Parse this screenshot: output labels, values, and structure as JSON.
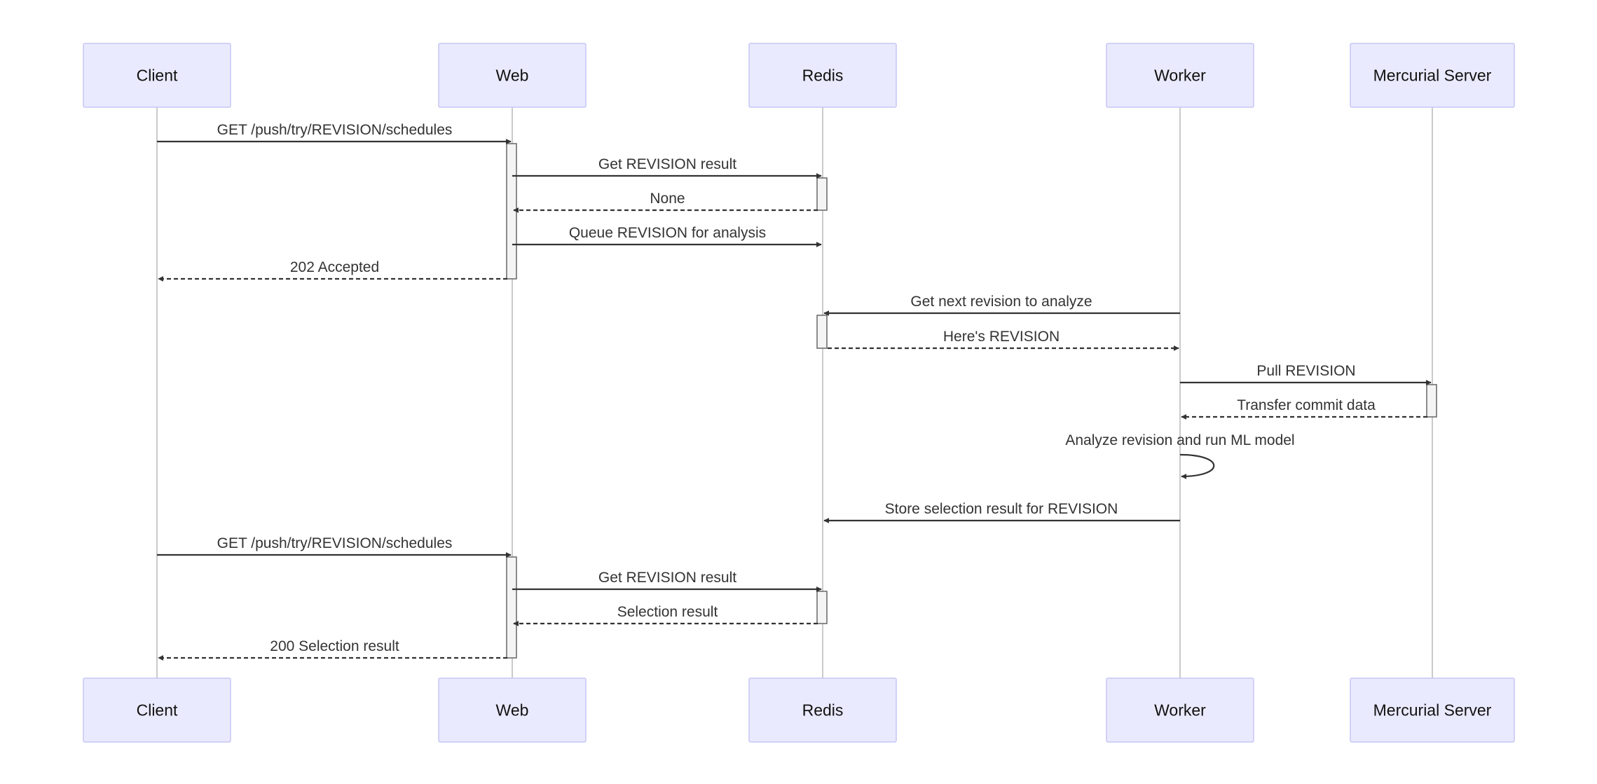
{
  "diagram": {
    "type": "sequence",
    "colors": {
      "actor_fill": "#eaeaff",
      "actor_border": "#c6c6f5",
      "line": "#333333",
      "lifeline": "#b8b8b8"
    },
    "participants": [
      {
        "id": "client",
        "label": "Client"
      },
      {
        "id": "web",
        "label": "Web"
      },
      {
        "id": "redis",
        "label": "Redis"
      },
      {
        "id": "worker",
        "label": "Worker"
      },
      {
        "id": "hg",
        "label": "Mercurial Server"
      }
    ],
    "messages": [
      {
        "from": "client",
        "to": "web",
        "text": "GET /push/try/REVISION/schedules",
        "style": "solid"
      },
      {
        "from": "web",
        "to": "redis",
        "text": "Get REVISION result",
        "style": "solid"
      },
      {
        "from": "redis",
        "to": "web",
        "text": "None",
        "style": "dashed"
      },
      {
        "from": "web",
        "to": "redis",
        "text": "Queue REVISION for analysis",
        "style": "solid"
      },
      {
        "from": "web",
        "to": "client",
        "text": "202 Accepted",
        "style": "dashed"
      },
      {
        "from": "worker",
        "to": "redis",
        "text": "Get next revision to analyze",
        "style": "solid"
      },
      {
        "from": "redis",
        "to": "worker",
        "text": "Here's REVISION",
        "style": "dashed"
      },
      {
        "from": "worker",
        "to": "hg",
        "text": "Pull REVISION",
        "style": "solid"
      },
      {
        "from": "hg",
        "to": "worker",
        "text": "Transfer commit data",
        "style": "dashed"
      },
      {
        "from": "worker",
        "to": "worker",
        "text": "Analyze revision and run ML model",
        "style": "solid"
      },
      {
        "from": "worker",
        "to": "redis",
        "text": "Store selection result for REVISION",
        "style": "solid"
      },
      {
        "from": "client",
        "to": "web",
        "text": "GET /push/try/REVISION/schedules",
        "style": "solid"
      },
      {
        "from": "web",
        "to": "redis",
        "text": "Get REVISION result",
        "style": "solid"
      },
      {
        "from": "redis",
        "to": "web",
        "text": "Selection result",
        "style": "dashed"
      },
      {
        "from": "web",
        "to": "client",
        "text": "200 Selection result",
        "style": "dashed"
      }
    ],
    "activations": [
      {
        "participant": "web",
        "from_message": 0,
        "to_message": 4
      },
      {
        "participant": "redis",
        "from_message": 1,
        "to_message": 2
      },
      {
        "participant": "redis",
        "from_message": 5,
        "to_message": 6
      },
      {
        "participant": "hg",
        "from_message": 7,
        "to_message": 8
      },
      {
        "participant": "web",
        "from_message": 11,
        "to_message": 14
      },
      {
        "participant": "redis",
        "from_message": 12,
        "to_message": 13
      }
    ]
  }
}
